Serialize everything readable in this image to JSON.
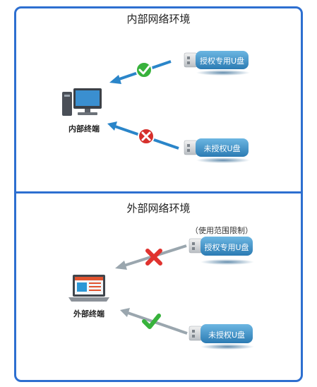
{
  "internal": {
    "title": "内部网络环境",
    "terminal_label": "内部终端",
    "usb_authorized": "授权专用U盘",
    "usb_unauthorized": "未授权U盘"
  },
  "external": {
    "title": "外部网络环境",
    "terminal_label": "外部终端",
    "usb_authorized": "授权专用U盘",
    "usb_unauthorized": "未授权U盘",
    "usage_note": "（使用范围限制）"
  },
  "colors": {
    "frame": "#2d6fd0",
    "arrow_blue": "#2a85c9",
    "arrow_gray": "#9aa6ae",
    "allow_green": "#38b23c",
    "deny_red": "#e0332f",
    "usb_body": "#3d92c8"
  },
  "icons": {
    "allow": "check-icon",
    "deny": "cross-icon",
    "internal_terminal": "desktop-computer-icon",
    "external_terminal": "laptop-icon",
    "usb": "usb-drive-icon"
  }
}
